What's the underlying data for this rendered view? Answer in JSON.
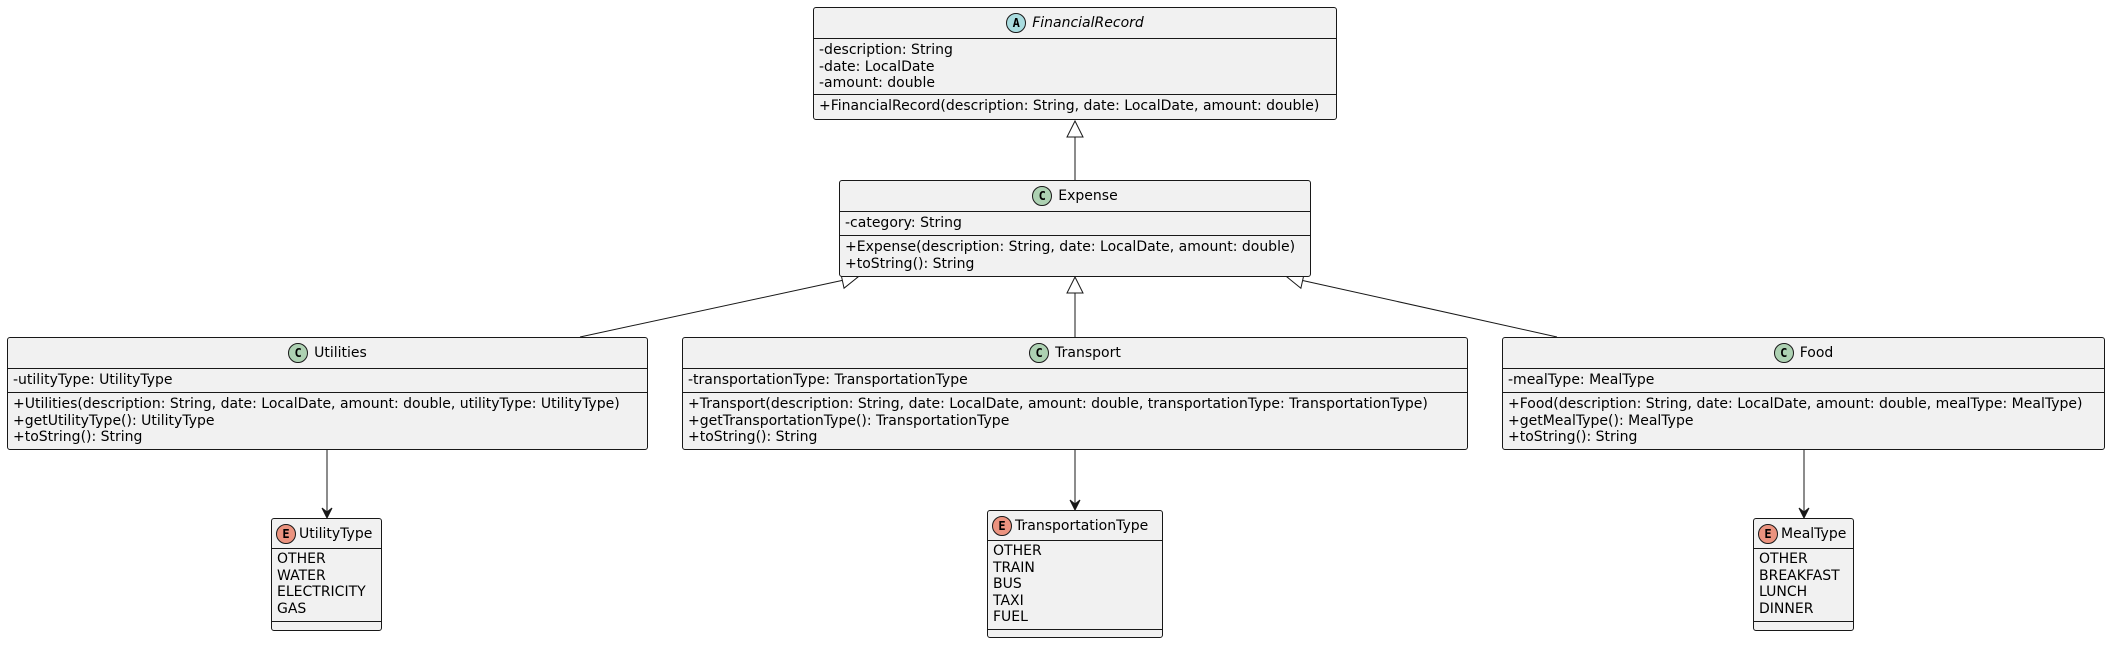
{
  "diagram": {
    "classes": [
      {
        "id": "financialrecord",
        "kind": "abstract",
        "stereotype_letter": "A",
        "name": "FinancialRecord",
        "fields": [
          "-description: String",
          "-date: LocalDate",
          "-amount: double"
        ],
        "methods": [
          "+FinancialRecord(description: String, date: LocalDate, amount: double)"
        ]
      },
      {
        "id": "expense",
        "kind": "class",
        "stereotype_letter": "C",
        "name": "Expense",
        "fields": [
          "-category: String"
        ],
        "methods": [
          "+Expense(description: String, date: LocalDate, amount: double)",
          "+toString(): String"
        ]
      },
      {
        "id": "utilities",
        "kind": "class",
        "stereotype_letter": "C",
        "name": "Utilities",
        "fields": [
          "-utilityType: UtilityType"
        ],
        "methods": [
          "+Utilities(description: String, date: LocalDate, amount: double, utilityType: UtilityType)",
          "+getUtilityType(): UtilityType",
          "+toString(): String"
        ]
      },
      {
        "id": "transport",
        "kind": "class",
        "stereotype_letter": "C",
        "name": "Transport",
        "fields": [
          "-transportationType: TransportationType"
        ],
        "methods": [
          "+Transport(description: String, date: LocalDate, amount: double, transportationType: TransportationType)",
          "+getTransportationType(): TransportationType",
          "+toString(): String"
        ]
      },
      {
        "id": "food",
        "kind": "class",
        "stereotype_letter": "C",
        "name": "Food",
        "fields": [
          "-mealType: MealType"
        ],
        "methods": [
          "+Food(description: String, date: LocalDate, amount: double, mealType: MealType)",
          "+getMealType(): MealType",
          "+toString(): String"
        ]
      },
      {
        "id": "utilitytype",
        "kind": "enum",
        "stereotype_letter": "E",
        "name": "UtilityType",
        "values": [
          "OTHER",
          "WATER",
          "ELECTRICITY",
          "GAS"
        ]
      },
      {
        "id": "transportationtype",
        "kind": "enum",
        "stereotype_letter": "E",
        "name": "TransportationType",
        "values": [
          "OTHER",
          "TRAIN",
          "BUS",
          "TAXI",
          "FUEL"
        ]
      },
      {
        "id": "mealtype",
        "kind": "enum",
        "stereotype_letter": "E",
        "name": "MealType",
        "values": [
          "OTHER",
          "BREAKFAST",
          "LUNCH",
          "DINNER"
        ]
      }
    ],
    "relations": [
      {
        "type": "inheritance",
        "from": "expense",
        "to": "financialrecord"
      },
      {
        "type": "inheritance",
        "from": "utilities",
        "to": "expense"
      },
      {
        "type": "inheritance",
        "from": "transport",
        "to": "expense"
      },
      {
        "type": "inheritance",
        "from": "food",
        "to": "expense"
      },
      {
        "type": "association",
        "from": "utilities",
        "to": "utilitytype"
      },
      {
        "type": "association",
        "from": "transport",
        "to": "transportationtype"
      },
      {
        "type": "association",
        "from": "food",
        "to": "mealtype"
      }
    ],
    "colors": {
      "box_fill": "#f1f1f1",
      "border": "#181818",
      "class_badge": "#add1b2",
      "abstract_badge": "#a9dcdf",
      "enum_badge": "#eb937f"
    }
  }
}
